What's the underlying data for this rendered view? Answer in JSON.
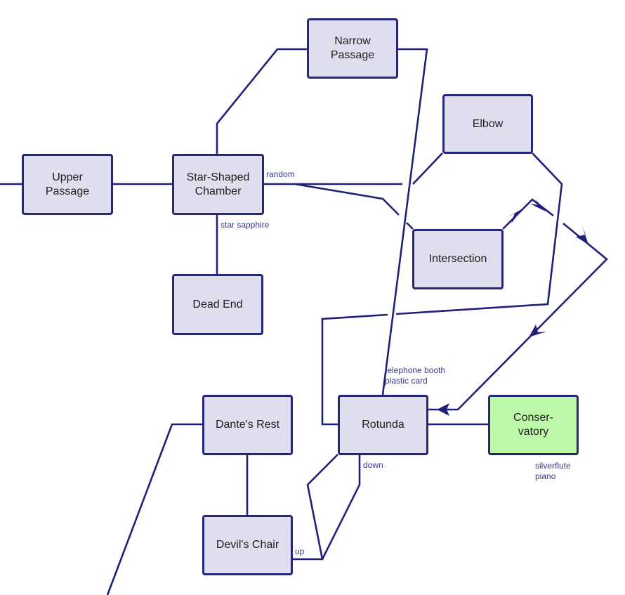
{
  "colors": {
    "edge": "#20207a",
    "room_fill": "#dedeee",
    "special_fill": "#bdf8aa",
    "label_text": "#37378c"
  },
  "rooms": {
    "upper_passage": "Upper\nPassage",
    "star_shaped_chamber": "Star-Shaped\nChamber",
    "narrow_passage": "Narrow\nPassage",
    "dead_end": "Dead End",
    "elbow": "Elbow",
    "intersection": "Intersection",
    "rotunda": "Rotunda",
    "conservatory": "Conser-\nvatory",
    "dantes_rest": "Dante's Rest",
    "devils_chair": "Devil's Chair"
  },
  "labels": {
    "random": "random",
    "star_sapphire": "star sapphire",
    "rotunda_items": "telephone booth\nplastic card",
    "conservatory_items": "silverflute\npiano",
    "down": "down",
    "up": "up"
  }
}
